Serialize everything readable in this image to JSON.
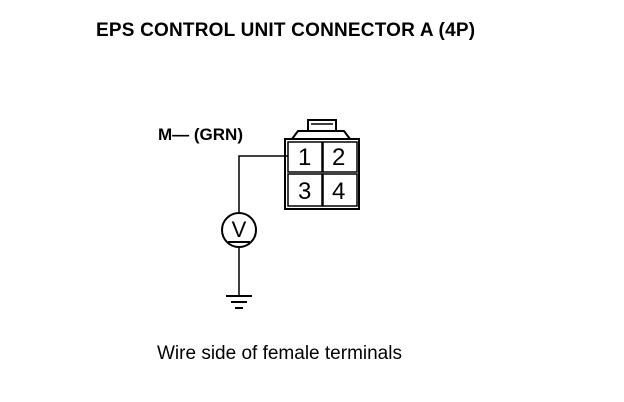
{
  "title": "EPS CONTROL UNIT CONNECTOR A (4P)",
  "wire_label": "M— (GRN)",
  "connector": {
    "pins": [
      "1",
      "2",
      "3",
      "4"
    ]
  },
  "meter": {
    "symbol": "V",
    "icon": "voltmeter-icon"
  },
  "ground": {
    "icon": "ground-icon"
  },
  "caption": "Wire side of female terminals",
  "colors": {
    "ink": "#000000",
    "background": "#ffffff"
  }
}
